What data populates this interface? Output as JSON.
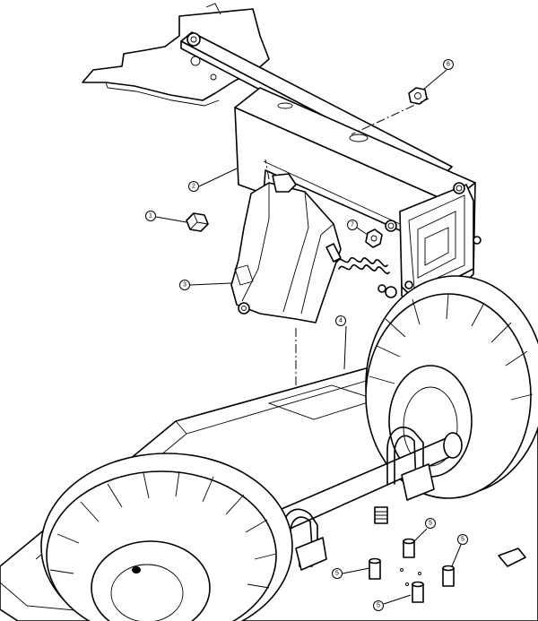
{
  "callouts": [
    {
      "label": "1"
    },
    {
      "label": "2"
    },
    {
      "label": "3"
    },
    {
      "label": "4"
    },
    {
      "label": "5"
    },
    {
      "label": "5"
    },
    {
      "label": "5"
    },
    {
      "label": "5"
    },
    {
      "label": "6"
    },
    {
      "label": "7"
    }
  ]
}
